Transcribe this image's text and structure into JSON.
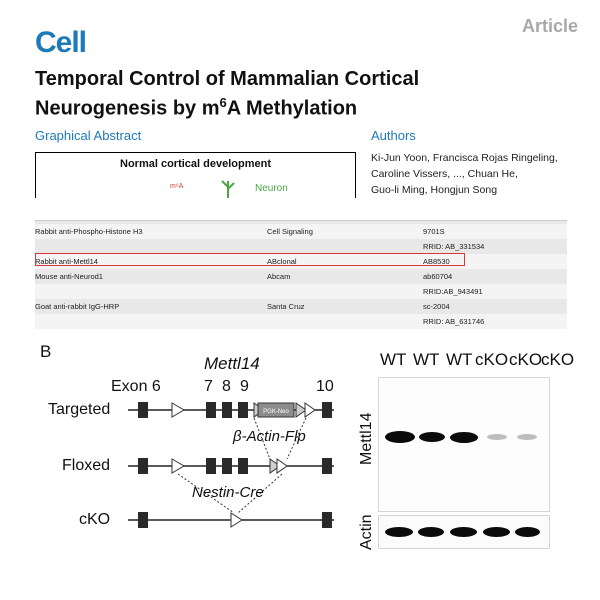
{
  "header": {
    "journal": "Cell",
    "article_type": "Article",
    "title_part1": "Temporal Control of Mammalian Cortical",
    "title_part2": "Neurogenesis by m",
    "title_sup": "6",
    "title_part3": "A Methylation"
  },
  "graphical_abstract": {
    "heading": "Graphical Abstract",
    "box_title": "Normal cortical development",
    "m6a_label": "m⁶A",
    "neuron_label": "Neuron"
  },
  "authors": {
    "heading": "Authors",
    "lines": [
      "Ki-Jun Yoon, Francisca Rojas Ringeling,",
      "Caroline Vissers, ..., Chuan He,",
      "Guo-li Ming, Hongjun Song"
    ]
  },
  "antibody_table": {
    "rows": [
      [
        "Rabbit anti-Phospho-Histone H3",
        "Cell Signaling",
        "9701S"
      ],
      [
        "",
        "",
        "RRID: AB_331534"
      ],
      [
        "Rabbit anti-Mettl14",
        "ABclonal",
        "AB8530"
      ],
      [
        "Mouse anti-Neurod1",
        "Abcam",
        "ab60704"
      ],
      [
        "",
        "",
        "RRID:AB_943491"
      ],
      [
        "Goat anti-rabbit IgG-HRP",
        "Santa Cruz",
        "sc-2004"
      ],
      [
        "",
        "",
        "RRID: AB_631746"
      ]
    ],
    "highlighted_row": 2,
    "highlight_color": "#d8383a"
  },
  "panel_b": {
    "label": "B",
    "gene": "Mettl14",
    "exon_labels": [
      "Exon 6",
      "7",
      "8",
      "9",
      "10"
    ],
    "row_labels": [
      "Targeted",
      "Floxed",
      "cKO"
    ],
    "cassette_label": "PGK-Neo",
    "flp_label": "β-Actin-Flp",
    "cre_label": "Nestin-Cre",
    "lane_labels": [
      "WT",
      "WT",
      "WT",
      "cKO",
      "cKO",
      "cKO"
    ],
    "blot_labels": [
      "Mettl14",
      "Actin"
    ]
  }
}
